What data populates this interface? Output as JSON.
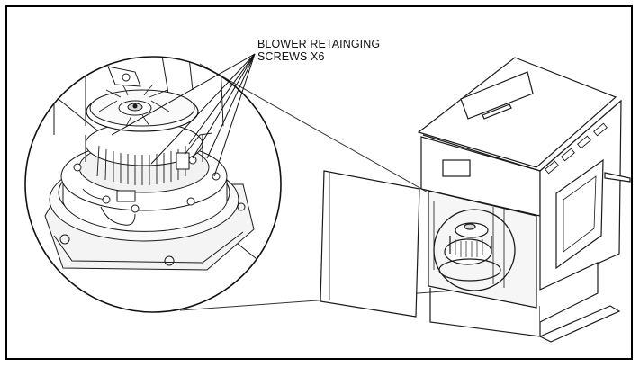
{
  "callout": {
    "line1": "BLOWER RETAINGING",
    "line2": "SCREWS X6"
  },
  "colors": {
    "line": "#1a1a1a",
    "light_line": "#555555",
    "background": "#ffffff",
    "shade": "#d8d8d8"
  },
  "icons": [
    "magnified-detail-circle",
    "pellet-stove-illustration",
    "stove-side-panel",
    "combustion-blower"
  ]
}
